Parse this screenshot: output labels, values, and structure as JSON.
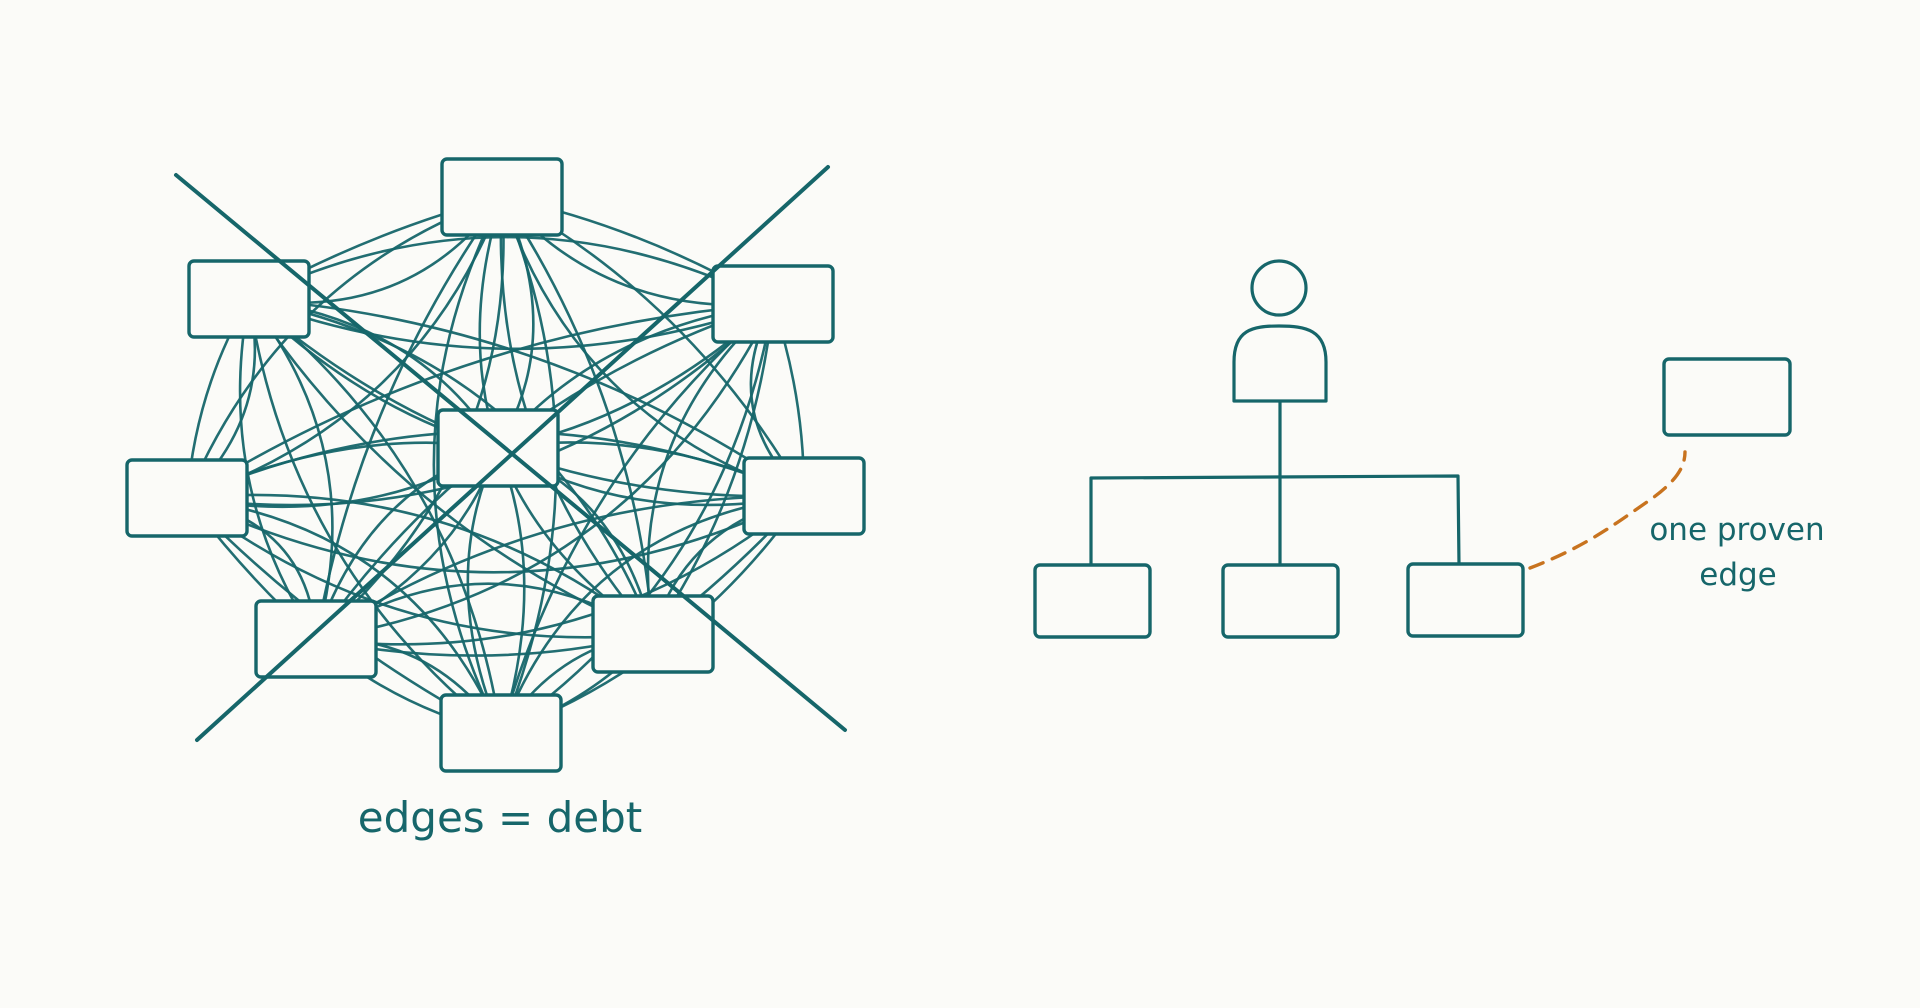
{
  "left_panel": {
    "caption": "edges = debt",
    "crossed_out": true
  },
  "right_panel": {
    "annotation_line1": "one proven",
    "annotation_line2": "edge"
  },
  "colors": {
    "background": "#fbfbf8",
    "ink": "#16666a",
    "accent": "#c8731f"
  }
}
